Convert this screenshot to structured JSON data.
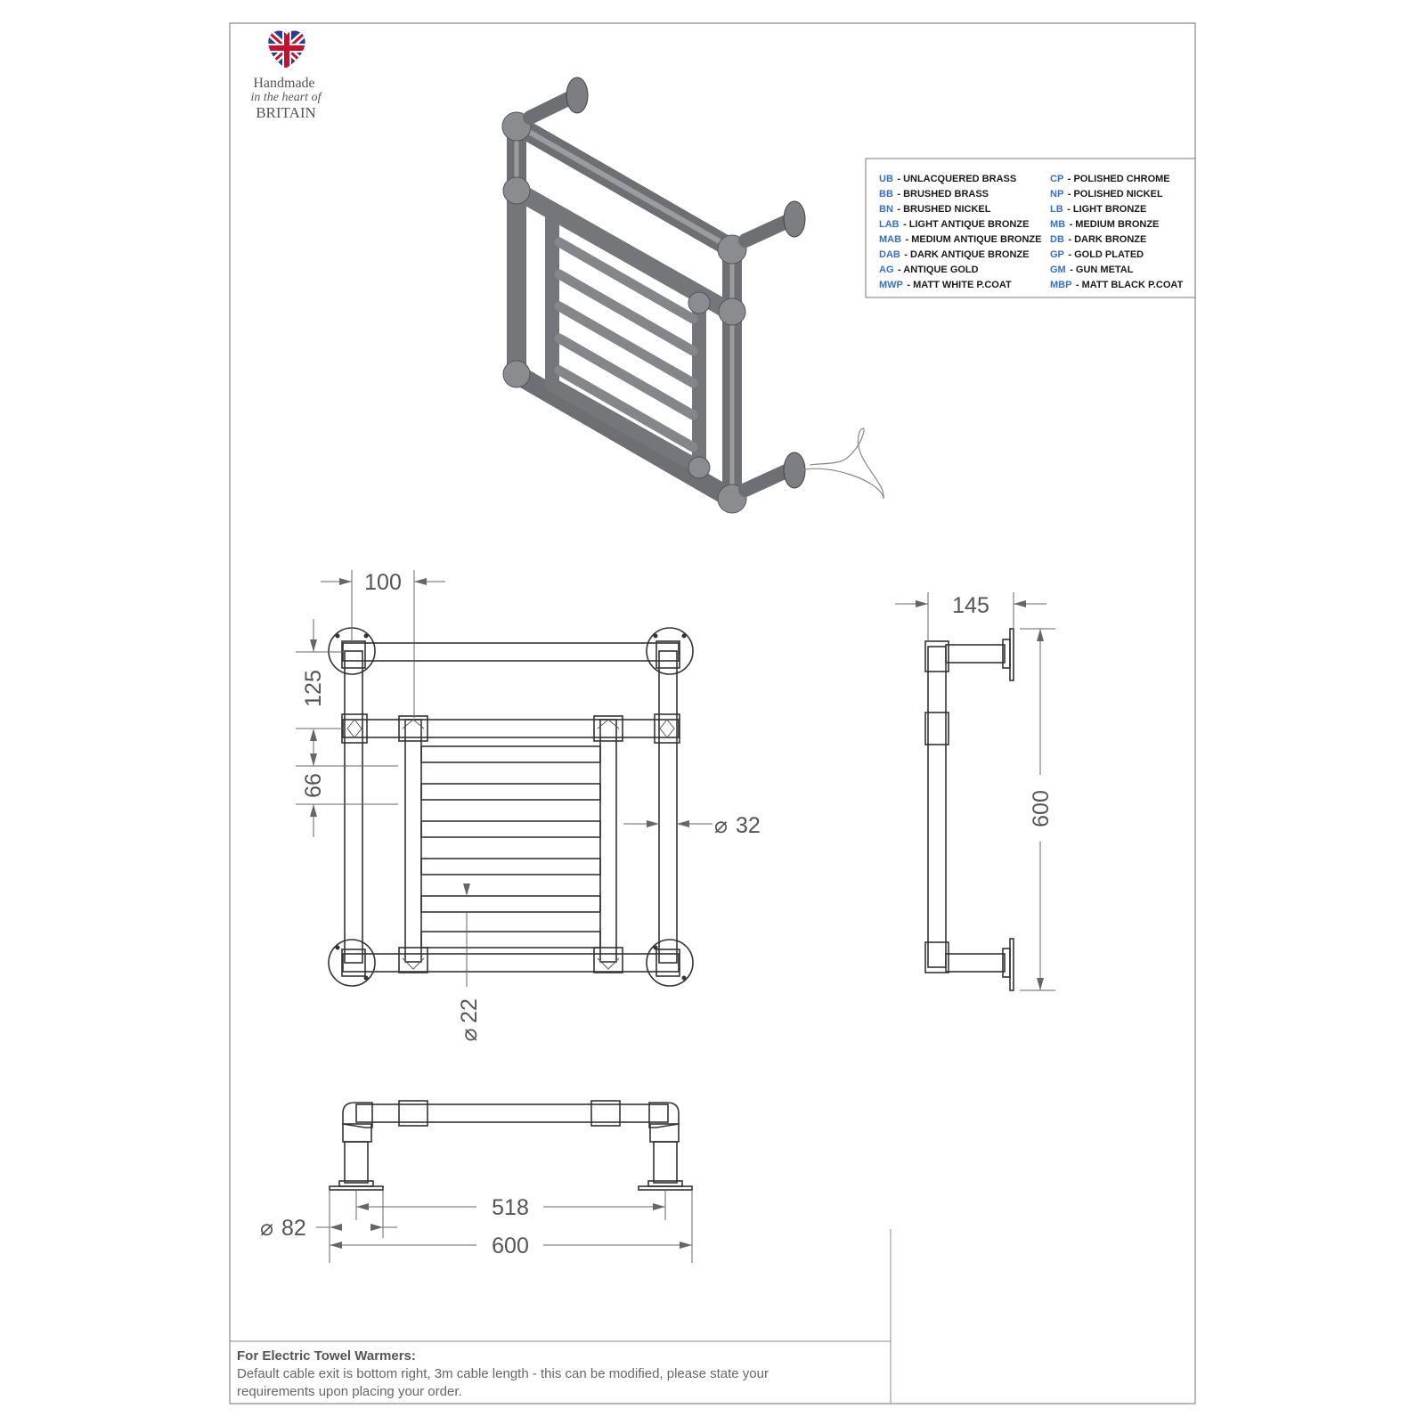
{
  "logo": {
    "line1": "Handmade",
    "line2": "in the heart of",
    "line3": "BRITAIN"
  },
  "finishes": {
    "left": [
      {
        "code": "UB",
        "name": "- UNLACQUERED BRASS"
      },
      {
        "code": "BB",
        "name": "- BRUSHED BRASS"
      },
      {
        "code": "BN",
        "name": "- BRUSHED NICKEL"
      },
      {
        "code": "LAB",
        "name": "- LIGHT ANTIQUE BRONZE"
      },
      {
        "code": "MAB",
        "name": "- MEDIUM ANTIQUE BRONZE"
      },
      {
        "code": "DAB",
        "name": "- DARK ANTIQUE BRONZE"
      },
      {
        "code": "AG",
        "name": "- ANTIQUE GOLD"
      },
      {
        "code": "MWP",
        "name": "- MATT WHITE P.COAT"
      }
    ],
    "right": [
      {
        "code": "CP",
        "name": "- POLISHED CHROME"
      },
      {
        "code": "NP",
        "name": "- POLISHED NICKEL"
      },
      {
        "code": "LB",
        "name": "- LIGHT BRONZE"
      },
      {
        "code": "MB",
        "name": "- MEDIUM BRONZE"
      },
      {
        "code": "DB",
        "name": "- DARK BRONZE"
      },
      {
        "code": "GP",
        "name": "- GOLD PLATED"
      },
      {
        "code": "GM",
        "name": "- GUN METAL"
      },
      {
        "code": "MBP",
        "name": "- MATT BLACK P.COAT"
      }
    ]
  },
  "dimensions": {
    "rail_offset": "100",
    "top_gap": "125",
    "bar_pitch": "66",
    "pipe_dia": "32",
    "bar_dia": "22",
    "depth": "145",
    "height": "600",
    "centres": "518",
    "width": "600",
    "flange_dia": "82",
    "dia_symbol": "⌀"
  },
  "note": {
    "title": "For Electric Towel Warmers:",
    "line1": "Default cable exit is bottom right, 3m cable length - this can be modified, please state your",
    "line2": "requirements upon placing your order."
  },
  "colors": {
    "code_blue": "#3a6fc4",
    "render_grey": "#7a7c80",
    "flag_blue": "#2a3d8f",
    "flag_red": "#c8102e"
  }
}
